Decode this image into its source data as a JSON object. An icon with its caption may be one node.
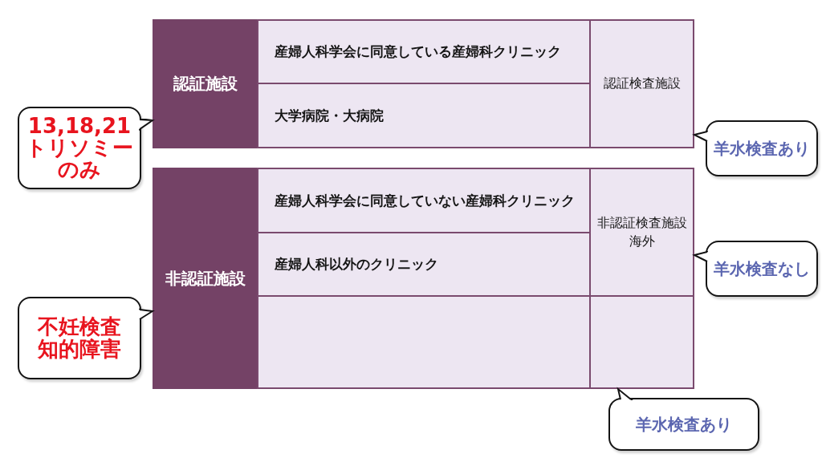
{
  "diagram": {
    "nodes": [
      {
        "text": [
          "認証施設"
        ]
      },
      {
        "text": [
          "産婦人科学会に同意している産婦科クリニック"
        ]
      },
      {
        "text": [
          "大学病院・大病院"
        ]
      },
      {
        "text": [
          "認証検査施設"
        ]
      },
      {
        "text": [
          "13,18,21トリソミーのみ"
        ]
      },
      {
        "text": [
          "羊水検査あり"
        ]
      },
      {
        "text": [
          "非認証施設"
        ]
      },
      {
        "text": [
          "産婦人科学会に同意していない産婦科クリニック"
        ]
      },
      {
        "text": [
          "産婦人科以外のクリニック"
        ]
      },
      {
        "text": [
          "非認証検査施設",
          "海外"
        ]
      },
      {
        "text": [
          "羊水検査なし"
        ]
      },
      {
        "text": [
          "不妊検査",
          "知的障害"
        ]
      },
      {
        "text": [],
        "shape": "box"
      },
      {
        "text": [],
        "shape": "box"
      },
      {
        "text": [
          "羊水検査あり"
        ]
      }
    ],
    "edges": [
      {
        "from": 4,
        "to": 0,
        "arrow": "to"
      },
      {
        "from": 5,
        "to": 3,
        "arrow": "to"
      },
      {
        "from": 10,
        "to": 9,
        "arrow": "to"
      },
      {
        "from": 11,
        "to": 6,
        "arrow": "to"
      },
      {
        "from": 14,
        "to": 13,
        "arrow": "to"
      }
    ]
  }
}
